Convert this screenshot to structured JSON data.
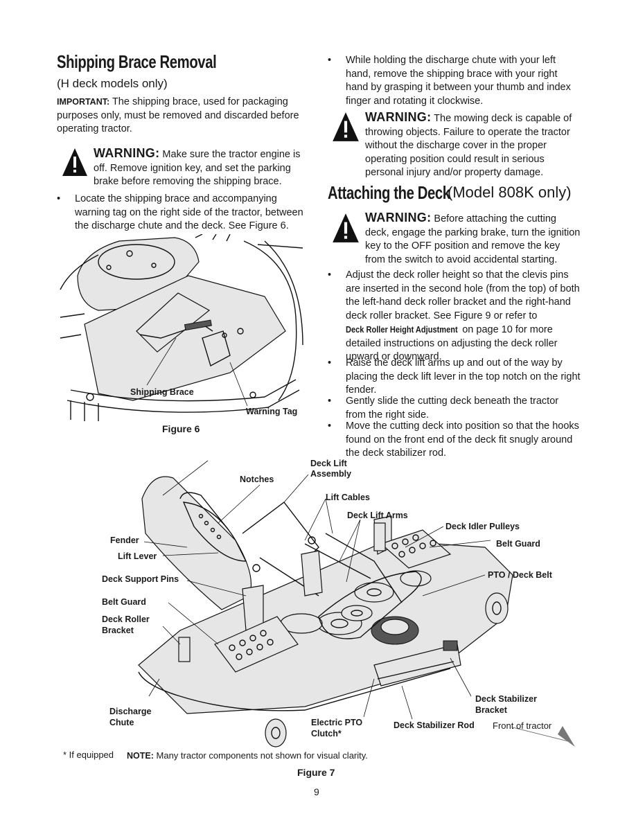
{
  "left": {
    "title": "Shipping Brace Removal",
    "subtitle": "(H deck models only)",
    "important_label": "IMPORTANT:",
    "important_text": "The shipping brace, used for packaging purposes only, must be removed and discarded before operating tractor.",
    "warning_label": "WARNING:",
    "warning_text": "Make sure the tractor engine is off. Remove ignition key, and set the parking brake before removing the shipping brace.",
    "bullet1": "Locate the shipping brace and accompanying warning tag on the right side of the tractor, between the discharge chute and the deck. See Figure 6.",
    "figure6": {
      "caption": "Figure 6",
      "callouts": {
        "shipping_brace": "Shipping Brace",
        "warning_tag": "Warning Tag"
      }
    }
  },
  "right": {
    "bullet_top": "While holding the discharge chute with your left hand, remove the shipping brace with your right hand by grasping it between your thumb and index finger and rotating it clockwise.",
    "warning1_label": "WARNING:",
    "warning1_text": "The mowing deck is capable of throwing objects. Failure to operate the tractor without the discharge cover in the proper operating position could result in serious personal injury and/or property damage.",
    "title_bold": "Attaching the Deck",
    "title_rest": "(Model 808K only)",
    "warning2_label": "WARNING:",
    "warning2_text": "Before attaching the cutting deck, engage the parking brake, turn the ignition key to the OFF position and remove the key from the switch to avoid accidental starting.",
    "bullets": {
      "b1_pre": "Adjust the deck roller height so that the clevis pins are inserted in the second hole (from the top) of both the left-hand deck roller bracket and the right-hand deck roller bracket. See Figure 9 or refer to",
      "b1_ref": "Deck Roller Height Adjustment",
      "b1_post": "on page 10 for more detailed instructions on adjusting the deck roller upward or downward.",
      "b2": "Raise the deck lift arms up and out of the way by placing the deck lift lever in the top notch on the right fender.",
      "b3": "Gently slide the cutting deck beneath the tractor from the right side.",
      "b4": "Move the cutting deck into position so that the hooks found on the front end of the deck fit snugly around the deck stabilizer rod."
    }
  },
  "figure7": {
    "caption": "Figure 7",
    "callouts": {
      "deck_lift_assembly_1": "Deck Lift",
      "deck_lift_assembly_2": "Assembly",
      "notches": "Notches",
      "lift_cables": "Lift Cables",
      "deck_lift_arms": "Deck Lift Arms",
      "deck_idler_pulleys": "Deck Idler Pulleys",
      "belt_guard_right": "Belt Guard",
      "fender": "Fender",
      "lift_lever": "Lift Lever",
      "pto_deck_belt": "PTO / Deck Belt",
      "deck_support_pins": "Deck Support Pins",
      "belt_guard_left": "Belt Guard",
      "deck_roller_bracket_1": "Deck Roller",
      "deck_roller_bracket_2": "Bracket",
      "deck_stabilizer_bracket_1": "Deck Stabilizer",
      "deck_stabilizer_bracket_2": "Bracket",
      "discharge_chute_1": "Discharge",
      "discharge_chute_2": "Chute",
      "electric_pto_clutch_1": "Electric PTO",
      "electric_pto_clutch_2": "Clutch*",
      "deck_stabilizer_rod": "Deck Stabilizer Rod",
      "front_of_tractor": "Front of tractor"
    },
    "footnote": "* If equipped",
    "note_label": "NOTE:",
    "note_text": "Many tractor components not shown for visual clarity."
  },
  "page_number": "9"
}
